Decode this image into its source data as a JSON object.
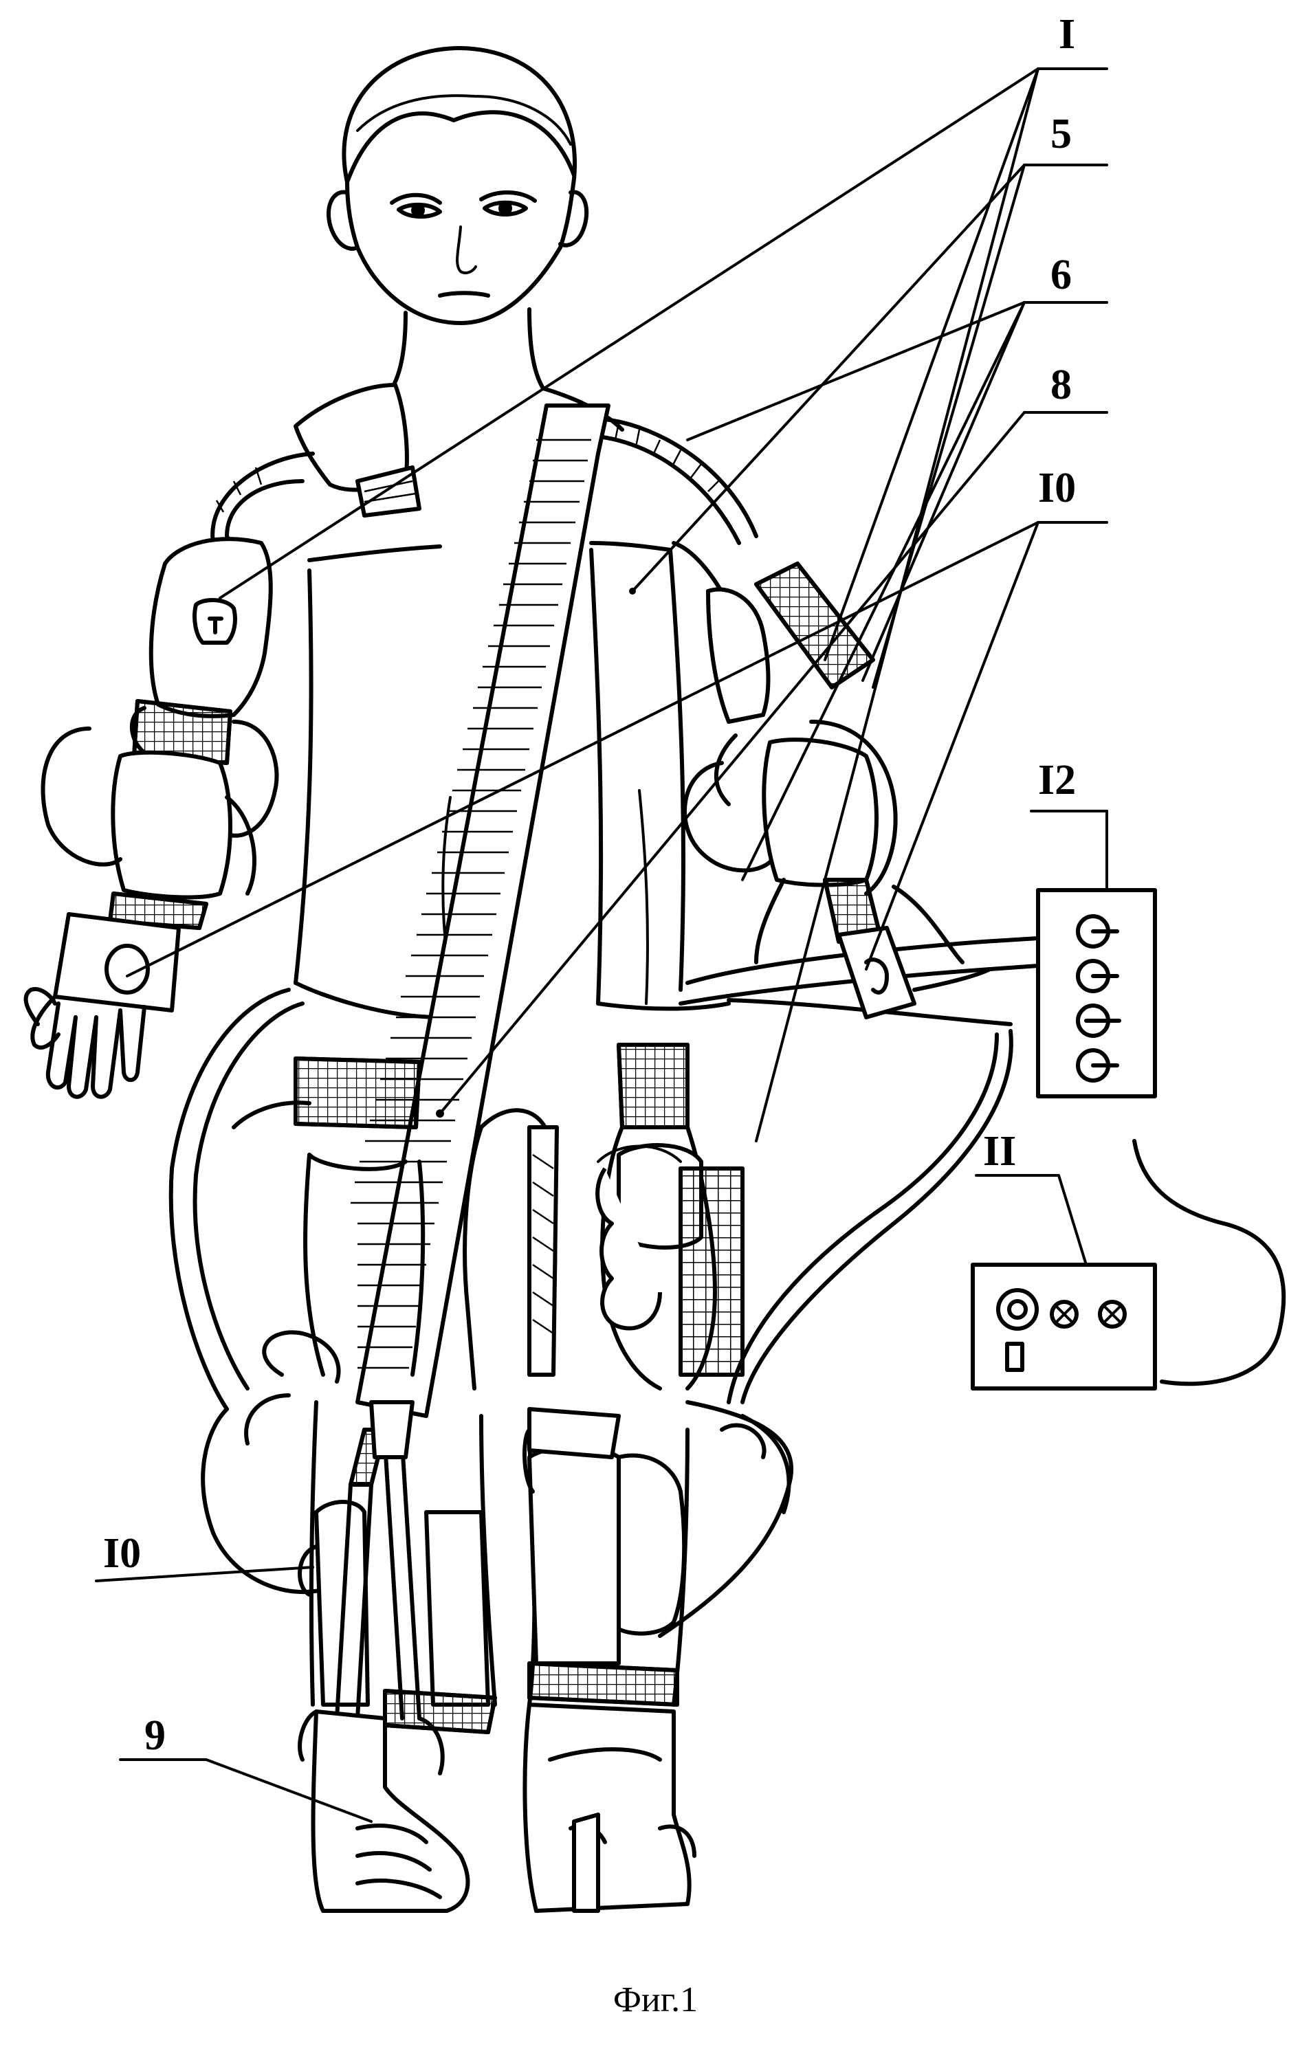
{
  "labels": {
    "l1": "I",
    "l5": "5",
    "l6": "6",
    "l8": "8",
    "l10a": "I0",
    "l12": "I2",
    "l11": "II",
    "l10b": "I0",
    "l9": "9"
  },
  "caption": "Фиг.1"
}
